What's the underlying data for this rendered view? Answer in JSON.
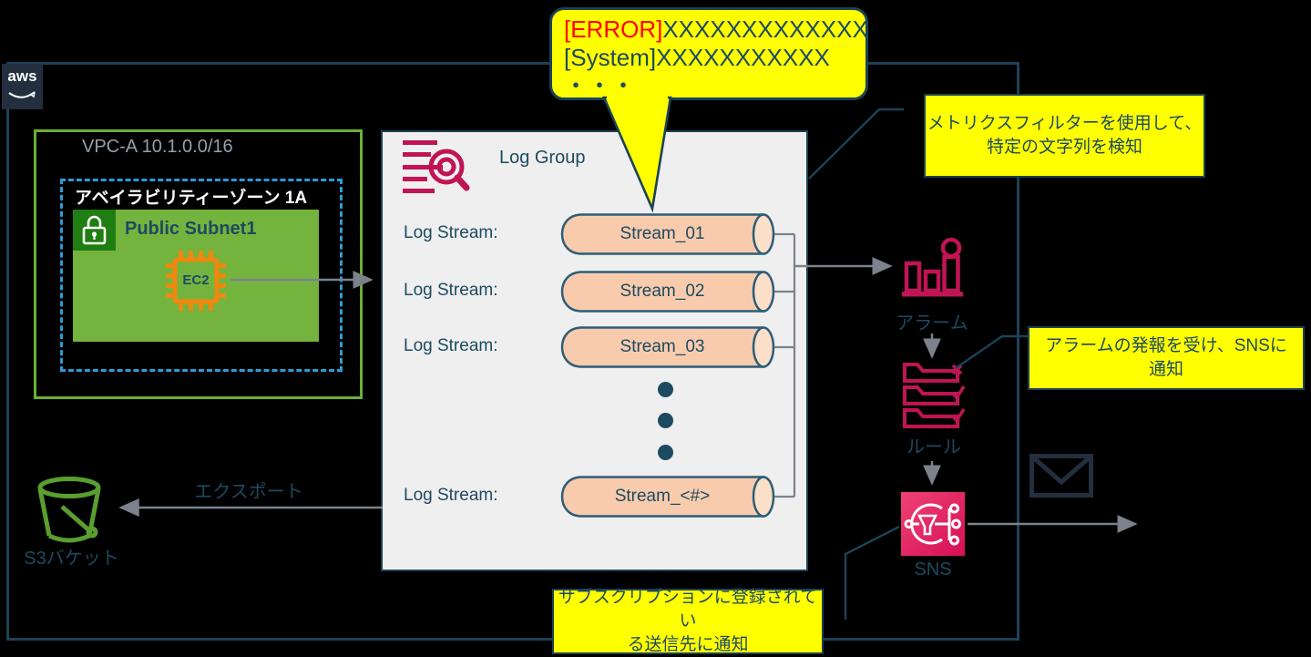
{
  "colors": {
    "background": "#000000",
    "navy_text": "#1d4a61",
    "navy_line": "#1c4257",
    "yellow": "#ffff00",
    "error_red": "#ff0000",
    "cloudwatch_pink": "#c01455",
    "sns_pink_gradient": [
      "#ee4276",
      "#d60f56"
    ],
    "vpc_green": "#6aaf35",
    "subnet_green": "#74b43e",
    "lock_green": "#1f7e11",
    "s3_green": "#5a9e30",
    "ec2_orange": "#f0870f",
    "arrow_gray": "#7b828c",
    "cylinder_fill": "#f8cbad",
    "panel_gray": "#efefef",
    "az_dash_blue": "#2d9bd5",
    "aws_navy": "#232f3e"
  },
  "aws": {
    "logo": "aws"
  },
  "vpc": {
    "label": "VPC-A 10.1.0.0/16",
    "az_label": "アベイラビリティーゾーン 1A",
    "subnet_label": "Public Subnet1",
    "ec2_label": "EC2"
  },
  "log_group": {
    "title": "Log Group",
    "row_label": "Log Stream:",
    "streams": [
      "Stream_01",
      "Stream_02",
      "Stream_03",
      "Stream_<#>"
    ]
  },
  "bubble": {
    "error_token": "[ERROR]",
    "line1_rest": "XXXXXXXXXXXXX",
    "line2": "[System]XXXXXXXXXXX",
    "line3": "・・・"
  },
  "callouts": {
    "metric_filter": [
      "メトリクスフィルターを使用して、",
      "特定の文字列を検知"
    ],
    "alarm_to_sns": [
      "アラームの発報を受け、SNSに",
      "通知"
    ],
    "subscription": [
      "サブスクリプションに登録されてい",
      "る送信先に通知"
    ]
  },
  "services": {
    "alarm": "アラーム",
    "rule": "ルール",
    "sns": "SNS",
    "s3": "S3バケット"
  },
  "flows": {
    "export": "エクスポート"
  },
  "icons": [
    "aws-logo-icon",
    "lock-icon",
    "ec2-chip-icon",
    "cloudwatch-logs-icon",
    "alarm-icon",
    "rule-icon",
    "sns-icon",
    "mail-icon",
    "s3-bucket-icon"
  ]
}
